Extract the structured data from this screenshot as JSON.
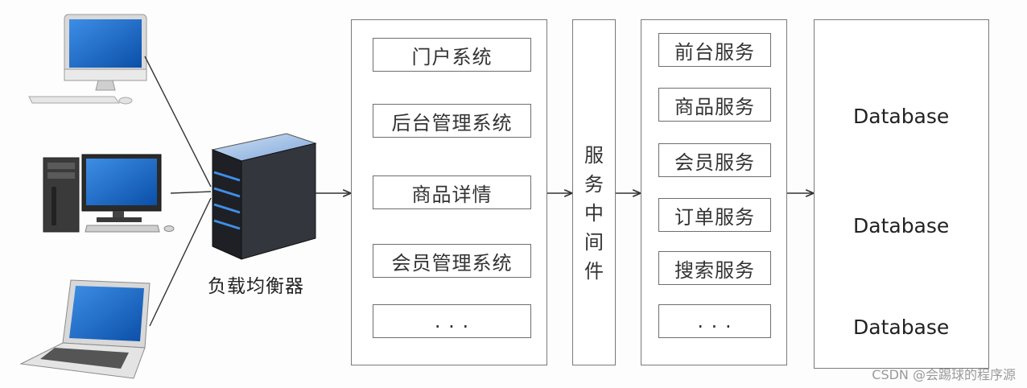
{
  "load_balancer": {
    "label": "负载均衡器"
  },
  "frontend_systems": {
    "items": [
      "门户系统",
      "后台管理系统",
      "商品详情",
      "会员管理系统",
      ". . ."
    ]
  },
  "middleware": {
    "chars": [
      "服",
      "务",
      "中",
      "间",
      "件"
    ]
  },
  "services": {
    "items": [
      "前台服务",
      "商品服务",
      "会员服务",
      "订单服务",
      "搜索服务",
      ". . ."
    ]
  },
  "databases": {
    "items": [
      "Database",
      "Database",
      "Database"
    ]
  },
  "watermark": "CSDN @会踢球的程序源",
  "colors": {
    "panel_border": "#7a7a7a",
    "screen_blue": "#1f6fc9",
    "server_body": "#2b2d33",
    "connector": "#333333"
  }
}
